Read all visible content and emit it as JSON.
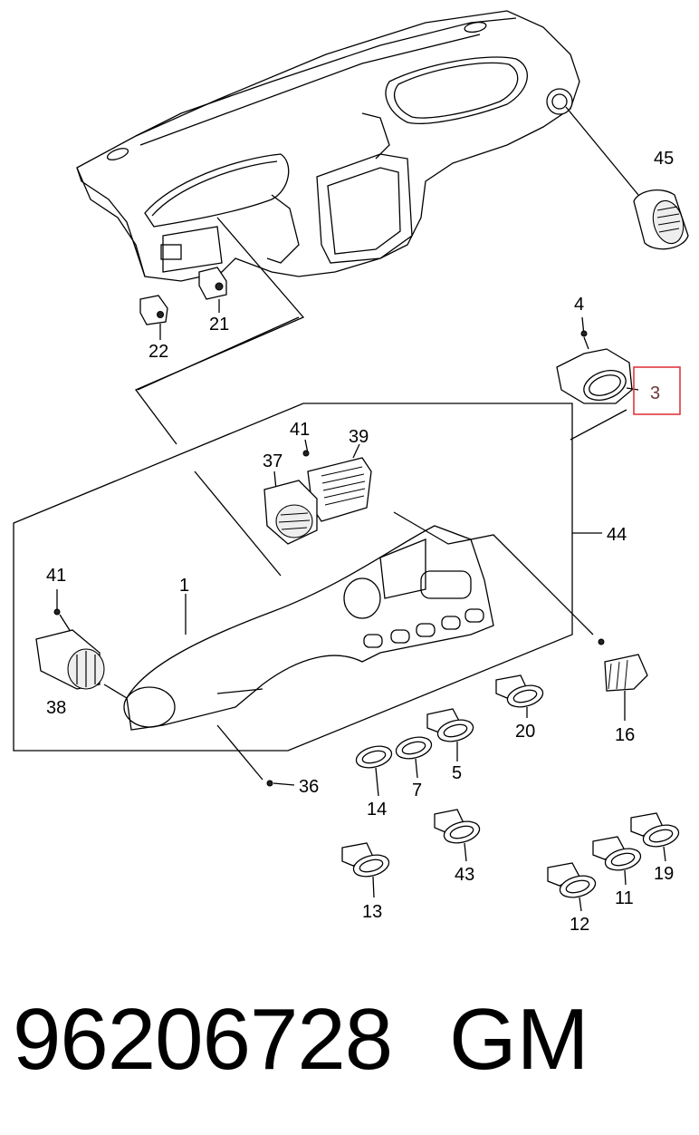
{
  "callouts": {
    "c45": "45",
    "c4": "4",
    "c3": "3",
    "c21": "21",
    "c22": "22",
    "c41a": "41",
    "c39": "39",
    "c37": "37",
    "c44": "44",
    "c41b": "41",
    "c1": "1",
    "c38": "38",
    "c16": "16",
    "c20": "20",
    "c5": "5",
    "c7": "7",
    "c14": "14",
    "c36": "36",
    "c43": "43",
    "c13": "13",
    "c19": "19",
    "c11": "11",
    "c12": "12"
  },
  "highlight_color": "#e0383e",
  "footer": {
    "part_number": "96206728",
    "brand": "GM"
  }
}
